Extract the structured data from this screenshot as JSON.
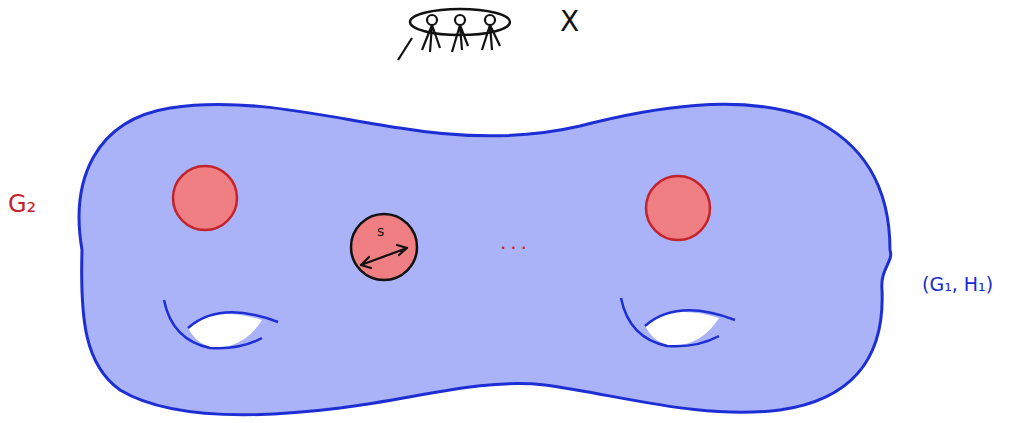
{
  "diagram": {
    "nodes": [
      {
        "text": [
          "(G₁, H₁)"
        ]
      },
      {
        "text": [
          "s"
        ],
        "in": 0
      }
    ],
    "labels": [
      "X",
      "G₂",
      "..."
    ]
  }
}
